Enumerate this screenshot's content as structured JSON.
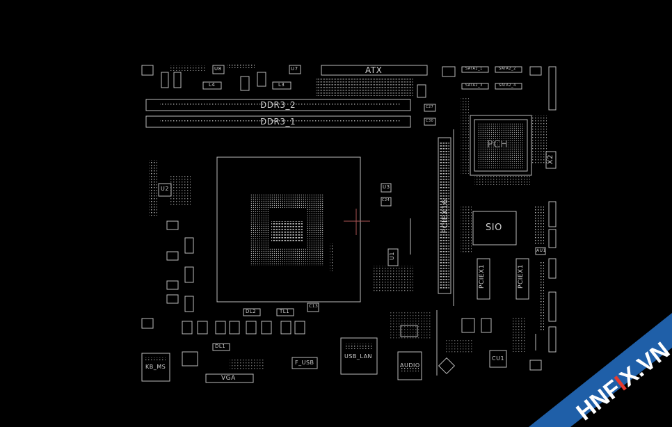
{
  "board": {
    "connectors": {
      "atx": "ATX",
      "ddr3_2": "DDR3_2",
      "ddr3_1": "DDR3_1",
      "pciex16": "PCIEX16",
      "pciex1_1": "PCIEX1",
      "pciex1_2": "PCIEX1",
      "kb_ms": "KB_MS",
      "vga": "VGA",
      "usb_lan": "USB_LAN",
      "audio": "AUDIO",
      "f_usb": "F_USB",
      "sata2_1": "SATA2_1",
      "sata2_2": "SATA2_2",
      "sata2_3": "SATA2_3",
      "sata2_4": "SATA2_4"
    },
    "chips": {
      "pch": "PCH",
      "sio": "SIO",
      "x2": "X2",
      "u1": "U1",
      "cu1": "CU1",
      "au1": "AU1",
      "u2": "U2",
      "u3": "U3",
      "u7": "U7",
      "u8": "U8",
      "dl1": "DL1",
      "dl2": "DL2",
      "tl1": "TL1",
      "l3": "L3",
      "l4": "L4",
      "c24": "C24",
      "c27": "C27",
      "c30": "C30",
      "c13": "C13"
    }
  },
  "watermark": {
    "text_part1": "HNF",
    "text_accent": "I",
    "text_part2": "X.VN",
    "band_color": "#1f5fa8",
    "accent_color": "#e63a2e"
  }
}
